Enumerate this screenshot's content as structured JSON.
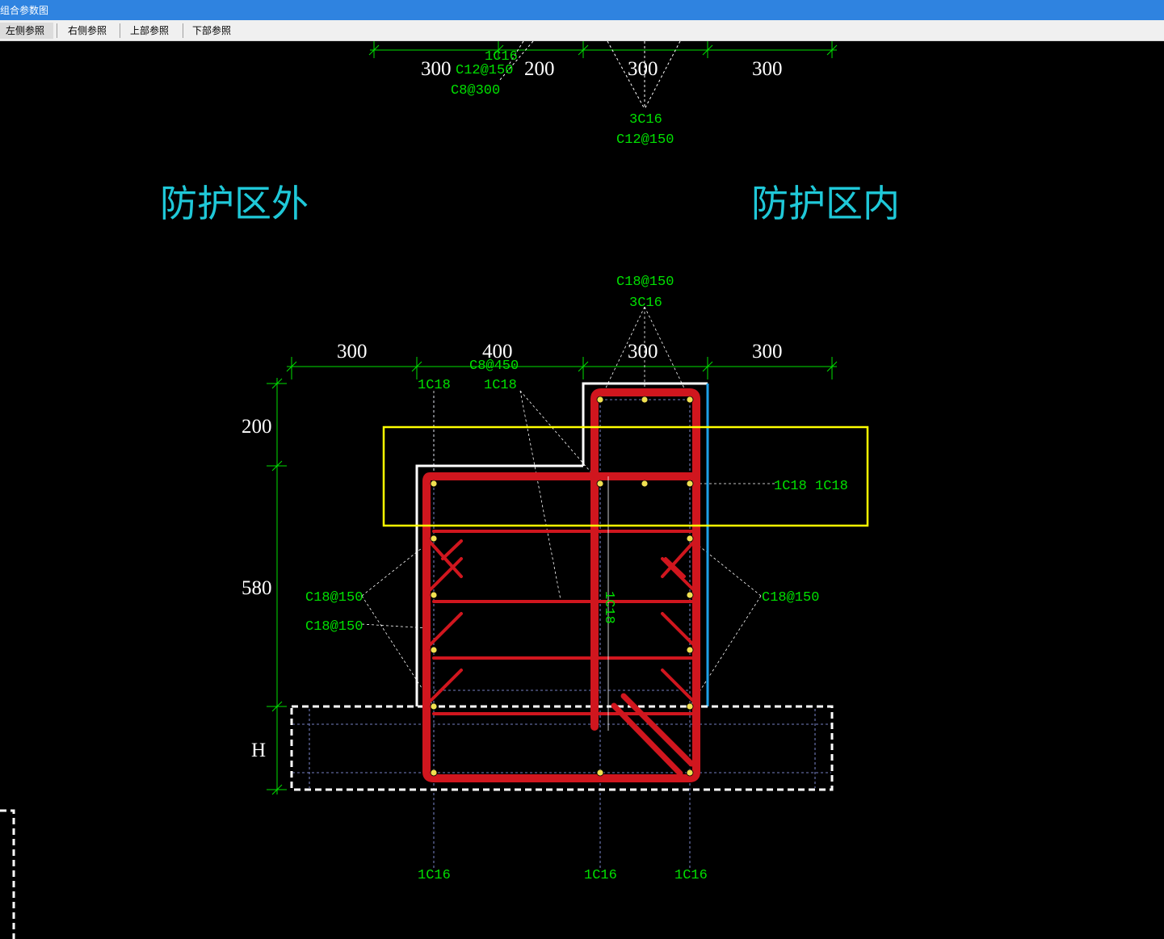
{
  "window": {
    "title": "组合参数图"
  },
  "toolbar": {
    "tabs": [
      "左侧参照",
      "右侧参照",
      "上部参照",
      "下部参照"
    ],
    "active": 0
  },
  "colors": {
    "titlebar": "#2f83e0",
    "rebar": "#d0161e",
    "dimension": "#00e000",
    "zone_text": "#1fc8d8",
    "highlight": "#ffff00",
    "outline": "#ffffff",
    "inner_edge": "#1ea0e8"
  },
  "top_section": {
    "dims": [
      "300",
      "200",
      "300",
      "300"
    ],
    "labels": [
      "1C16",
      "C12@150",
      "C8@300",
      "3C16",
      "C12@150"
    ]
  },
  "zones": {
    "outside": "防护区外",
    "inside": "防护区内"
  },
  "section": {
    "top_labels": [
      "C18@150",
      "3C16"
    ],
    "horizontal_dims": [
      "300",
      "400",
      "300",
      "300"
    ],
    "vertical_dims": [
      "200",
      "580",
      "H"
    ],
    "labels": {
      "c8_450": "C8@450",
      "c18_a": "1C18",
      "c18_b": "1C18",
      "c18_right_1": "1C18",
      "c18_right_2": "1C18",
      "left_c18_150_a": "C18@150",
      "left_c18_150_b": "C18@150",
      "right_c18_150": "C18@150",
      "vertical_text": "1C18",
      "bottom_1": "1C16",
      "bottom_2": "1C16",
      "bottom_3": "1C16"
    }
  }
}
